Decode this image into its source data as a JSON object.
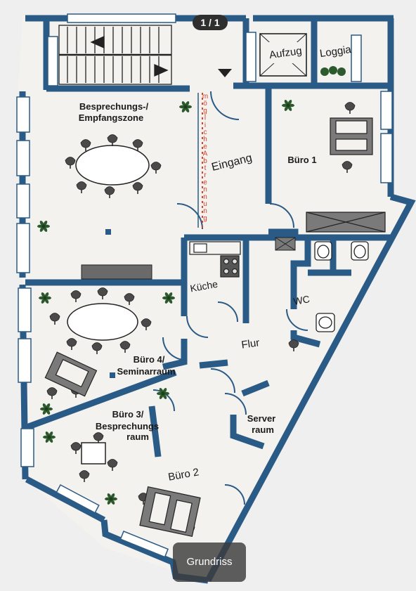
{
  "viewer": {
    "page_counter": "1 / 1",
    "caption": "Grundriss"
  },
  "rooms": {
    "aufzug": "Aufzug",
    "loggia": "Loggia",
    "besprechung_line1": "Besprechungs-/",
    "besprechung_line2": "Empfangszone",
    "eingang": "Eingang",
    "buero1": "Büro 1",
    "kueche": "Küche",
    "wc": "WC",
    "flur": "Flur",
    "buero4_line1": "Büro 4/",
    "buero4_line2": "Seminarraum",
    "buero3_line1": "Büro 3/",
    "buero3_line2": "Besprechungs",
    "buero3_line3": "raum",
    "server_line1": "Server",
    "server_line2": "raum",
    "buero2": "Büro 2"
  },
  "annotation": {
    "vertical_text": "mögliche Abtrennung",
    "color": "#d9432b"
  },
  "colors": {
    "wall": "#2a5a86",
    "paper": "#f3f2ee",
    "background": "#efefef",
    "furniture": "#5e5e5e"
  }
}
